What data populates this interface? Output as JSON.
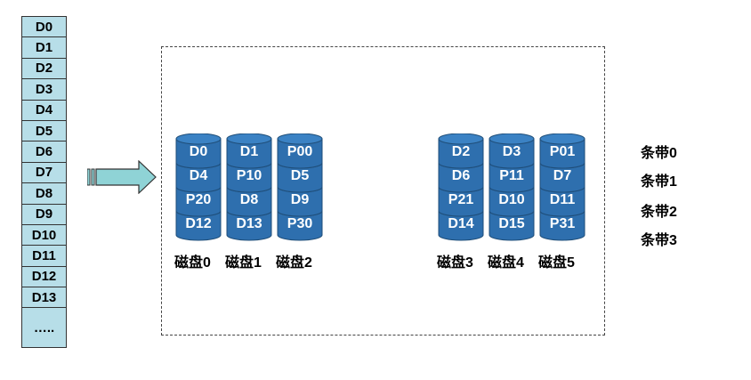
{
  "blocks": [
    "D0",
    "D1",
    "D2",
    "D3",
    "D4",
    "D5",
    "D6",
    "D7",
    "D8",
    "D9",
    "D10",
    "D11",
    "D12",
    "D13",
    "….."
  ],
  "disks": [
    {
      "label": "磁盘0",
      "cells": [
        "D0",
        "D4",
        "P20",
        "D12"
      ]
    },
    {
      "label": "磁盘1",
      "cells": [
        "D1",
        "P10",
        "D8",
        "D13"
      ]
    },
    {
      "label": "磁盘2",
      "cells": [
        "P00",
        "D5",
        "D9",
        "P30"
      ]
    },
    {
      "label": "磁盘3",
      "cells": [
        "D2",
        "D6",
        "P21",
        "D14"
      ]
    },
    {
      "label": "磁盘4",
      "cells": [
        "D3",
        "P11",
        "D10",
        "D15"
      ]
    },
    {
      "label": "磁盘5",
      "cells": [
        "P01",
        "D7",
        "D11",
        "P31"
      ]
    }
  ],
  "stripes": [
    "条带0",
    "条带1",
    "条带2",
    "条带3"
  ],
  "colors": {
    "block_fill": "#b7dee8",
    "disk_fill": "#2e6fae",
    "disk_dark": "#1f4e79",
    "disk_top": "#3b82c4",
    "arrow_fill": "#8fd3d6"
  }
}
